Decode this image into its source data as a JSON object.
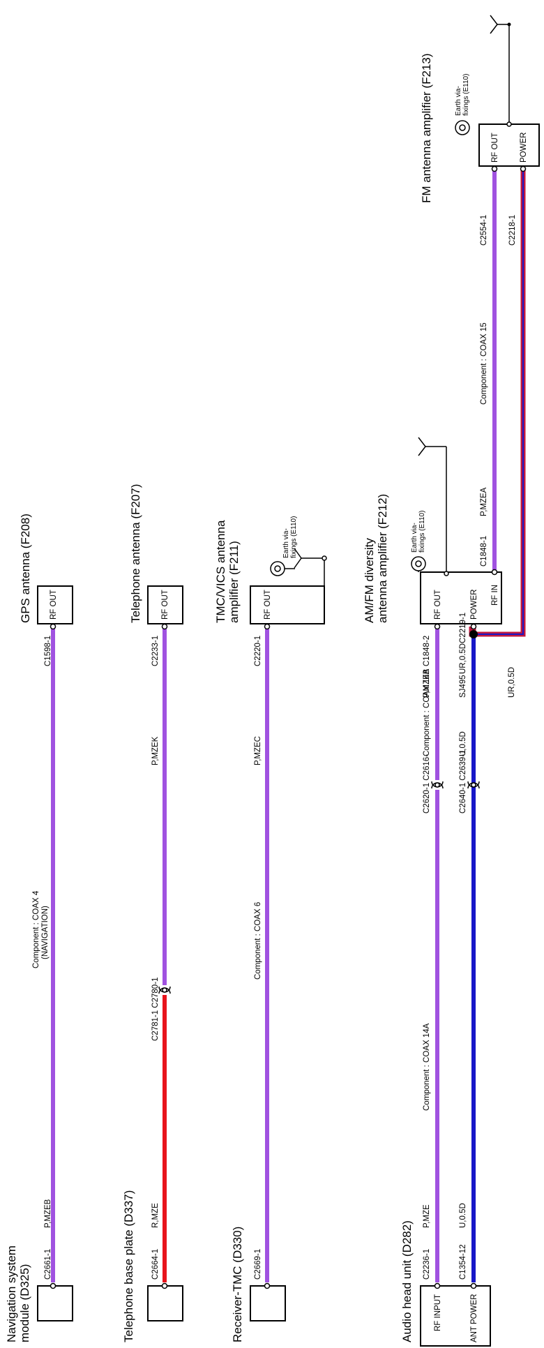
{
  "colors": {
    "coax_purple": "#a052e0",
    "red_wire": "#e8141c",
    "blue_wire": "#1818c8",
    "redblue_stripe": "#c01840"
  },
  "components": {
    "nav_module": {
      "title_line1": "Navigation system",
      "title_line2": "module (D325)"
    },
    "gps_antenna": {
      "title": "GPS antenna (F208)",
      "pin": "RF OUT"
    },
    "telephone_base": {
      "title": "Telephone base plate (D337)"
    },
    "telephone_antenna": {
      "title": "Telephone antenna (F207)",
      "pin": "RF OUT"
    },
    "receiver_tmc": {
      "title": "Receiver-TMC (D330)"
    },
    "tmc_amp": {
      "title_line1": "TMC/VICS antenna",
      "title_line2": "amplifier (F211)",
      "pin": "RF OUT",
      "earth_line1": "Earth via-",
      "earth_line2": "fixings (E110)"
    },
    "audio_head": {
      "title": "Audio head unit (D282)",
      "pin_rf": "RF INPUT",
      "pin_power": "ANT POWER"
    },
    "amfm_amp": {
      "title_line1": "AM/FM diversity",
      "title_line2": "antenna amplifier (F212)",
      "pin_rf_out": "RF OUT",
      "pin_power": "POWER",
      "pin_rf_in": "RF IN",
      "earth_line1": "Earth via-",
      "earth_line2": "fixings (E110)"
    },
    "fm_amp": {
      "title": "FM antenna amplifier (F213)",
      "pin_rf_out": "RF OUT",
      "pin_power": "POWER",
      "earth_line1": "Earth via-",
      "earth_line2": "fixings (E110)"
    }
  },
  "wires": {
    "nav": {
      "conn_left": "C2661-1",
      "color_code": "P,MZEB",
      "component_line1": "Component : COAX 4",
      "component_line2": "(NAVIGATION)",
      "conn_right": "C1598-1"
    },
    "tel": {
      "conn_left": "C2664-1",
      "color_left": "R,MZE",
      "conn_mid": "C2781-1 C2780-1",
      "color_right": "P,MZEK",
      "conn_right": "C2233-1"
    },
    "tmc": {
      "conn_left": "C2669-1",
      "component": "Component : COAX 6",
      "color_code": "P,MZEC",
      "conn_right": "C2220-1"
    },
    "audio_rf": {
      "conn_left": "C2236-1",
      "color_left": "P,MZE",
      "component_a": "Component : COAX 14A",
      "conn_mid": "C2620-1 C2616-",
      "component_b": "Component : COAX 14B",
      "color_right": "P,MZEA",
      "conn_right": "C1848-2"
    },
    "audio_power": {
      "conn_left": "C1354-12",
      "color_left": "U,0.5D",
      "conn_mid": "C2640-1 C2639-1",
      "color_right": "U,0.5D",
      "splice": "SJ495",
      "splice_color": "UR,0.5D",
      "conn_right": "C2219-1"
    },
    "fm_rf": {
      "conn_left": "C1848-1",
      "color_code": "P,MZEA",
      "component": "Component : COAX 15",
      "conn_right": "C2554-1"
    },
    "fm_power": {
      "color_code": "UR,0.5D",
      "conn_right": "C2218-1"
    }
  }
}
